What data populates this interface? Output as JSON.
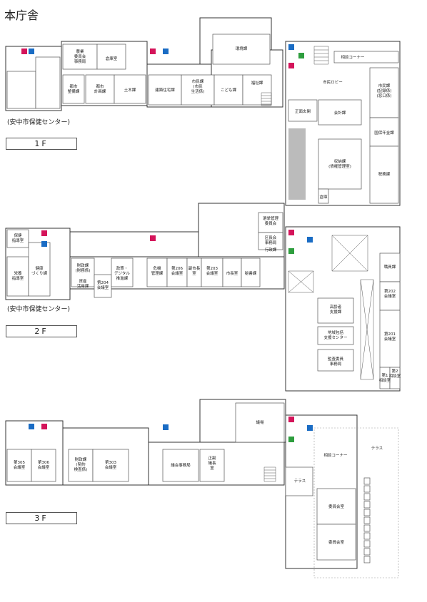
{
  "title": "本庁舎",
  "floors": {
    "f1": {
      "label": "1F",
      "note": "(安中市保健センター)",
      "rooms": {
        "nogyo": [
          "農業",
          "委員会",
          "事務局"
        ],
        "tosho": "倉庫室",
        "toshi": [
          "都市",
          "整備課"
        ],
        "toshi_keikaku": [
          "都市",
          "計画課"
        ],
        "doboku": "土木課",
        "kenchiku": "建築住宅課",
        "shimin_seikatsu": [
          "市民課",
          "(市民",
          "生活係)"
        ],
        "kodomo": "こども課",
        "fukushi": "福祉課",
        "kankyo": "環境課",
        "sodan": "相談コーナー",
        "lobby": "市民ロビー",
        "shimin": [
          "市民課",
          "(記録係)",
          "(窓口係)"
        ],
        "shomen": "正面玄関",
        "kaikei": "会計課",
        "kokuho": "国保年金課",
        "shuno": [
          "収納課",
          "(債権管理室)"
        ],
        "zeimu": "税務課",
        "sosha": "倉庫"
      }
    },
    "f2": {
      "label": "2F",
      "note": "(安中市保健センター)",
      "rooms": {
        "hoken": [
          "保健",
          "指導室"
        ],
        "eiyo": [
          "栄養",
          "指導室"
        ],
        "kenko": [
          "健康",
          "づくり課"
        ],
        "zaisei": [
          "財政課",
          "(財務係)"
        ],
        "shisan": [
          "資産",
          "活用課"
        ],
        "kaigi204": [
          "第204",
          "会議室"
        ],
        "seisaku": [
          "政策・",
          "デジタル",
          "推進課"
        ],
        "kiki": [
          "危機",
          "管理課"
        ],
        "kaigi206": [
          "第206",
          "会議室"
        ],
        "fukushicho": [
          "副市長",
          "室"
        ],
        "kaigi203": [
          "第203",
          "会議室"
        ],
        "shichou": "市長室",
        "hisho": "秘書課",
        "senkyo": [
          "選挙管理",
          "委員会"
        ],
        "kansa_jimu": [
          "区長会",
          "事務局"
        ],
        "gyosei": "行政課",
        "shokuin": "職員課",
        "kaigi202": [
          "第202",
          "会議室"
        ],
        "korei": [
          "高齢者",
          "支援課"
        ],
        "chiiki": [
          "地域包括",
          "支援センター"
        ],
        "kaigi201": [
          "第201",
          "会議室"
        ],
        "kansa": [
          "監査委員",
          "事務局"
        ],
        "sodan1": [
          "第1",
          "相談室"
        ],
        "sodan2": [
          "第2",
          "相談室"
        ]
      }
    },
    "f3": {
      "label": "3F",
      "rooms": {
        "kaigi305": [
          "第305",
          "会議室"
        ],
        "kaigi306": [
          "第306",
          "会議室"
        ],
        "zaisei_keiyaku": [
          "財政課",
          "(契約",
          "検査係)"
        ],
        "kaigi303": [
          "第303",
          "会議室"
        ],
        "gikai": "議会事務局",
        "gichou": [
          "正副",
          "議長",
          "室"
        ],
        "gijo": "議場",
        "sodan": "相談コーナー",
        "terrace1": "テラス",
        "terrace2": "テラス",
        "iinkai1": "委員会室",
        "iinkai2": "委員会室"
      }
    }
  },
  "colors": {
    "restroom_male": "#1a6cc4",
    "restroom_female": "#d4145a",
    "elevator": "#1a6cc4",
    "accessible": "#2e9e3e",
    "entrance_ramp": "#bbbbbb"
  }
}
